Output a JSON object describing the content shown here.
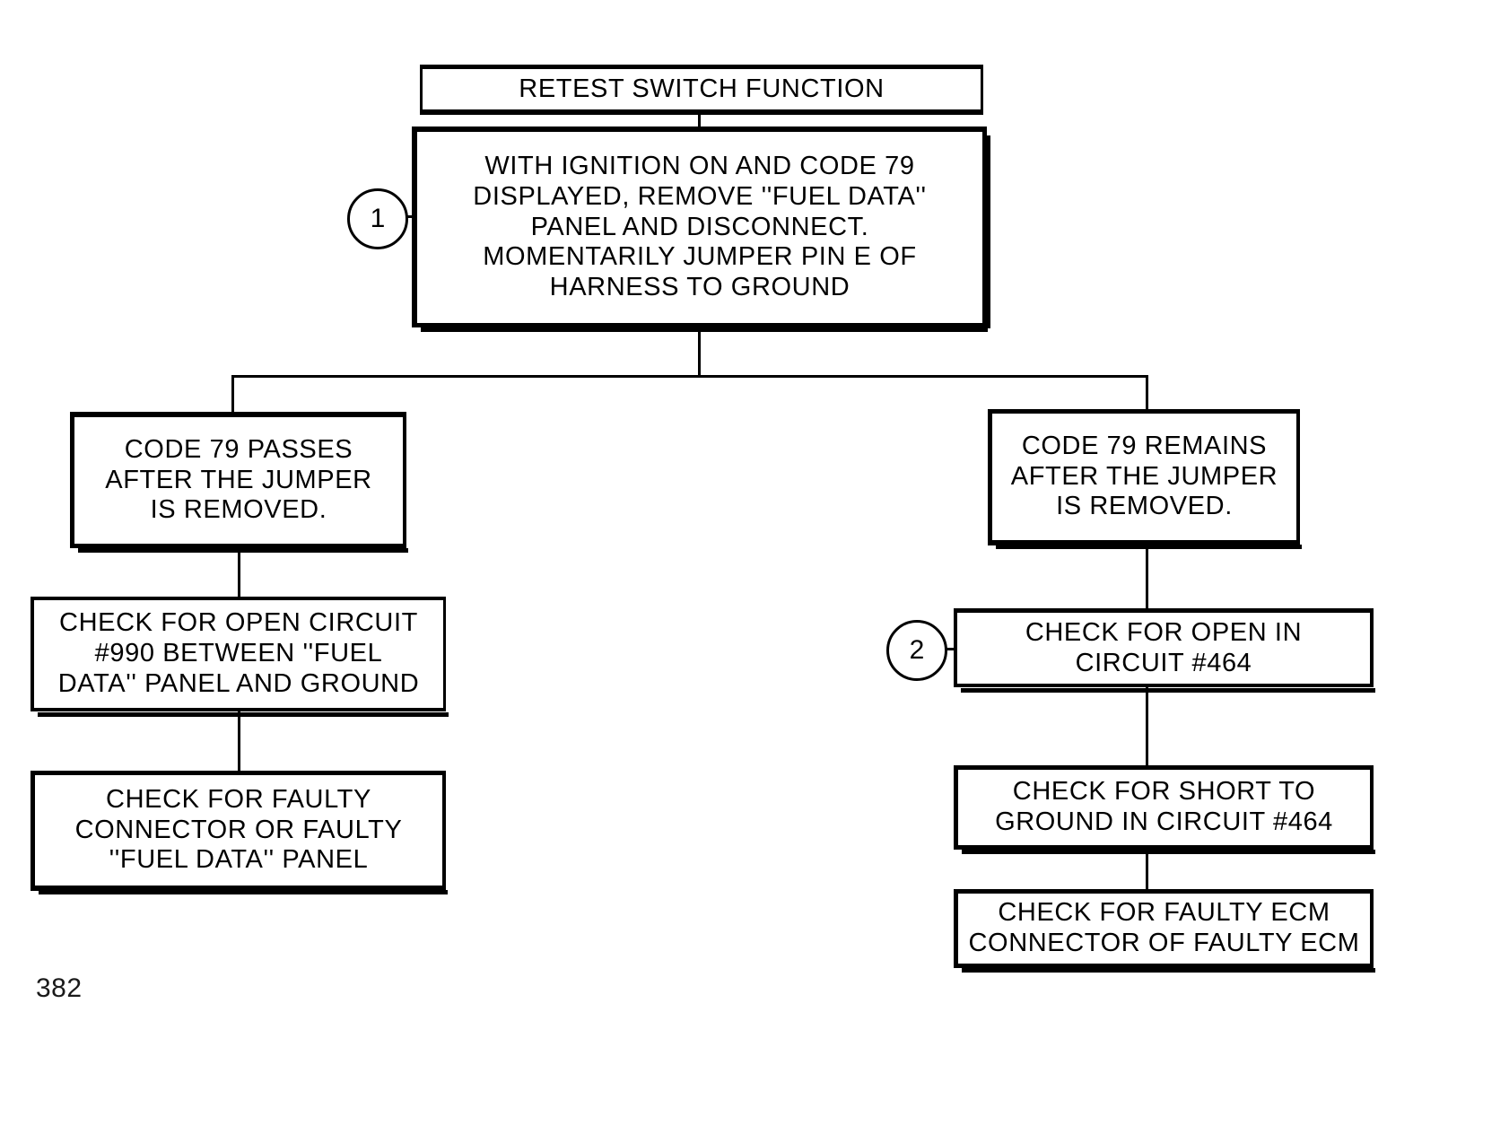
{
  "document": {
    "page_number": "382",
    "title": "RETEST SWITCH FUNCTION"
  },
  "chart_data": {
    "type": "diagram",
    "title": "RETEST SWITCH FUNCTION",
    "nodes": [
      {
        "id": "title",
        "label": "RETEST SWITCH FUNCTION"
      },
      {
        "id": "step1",
        "label": "WITH IGNITION ON AND CODE 79\nDISPLAYED, REMOVE ''FUEL DATA''\nPANEL AND DISCONNECT.\nMOMENTARILY JUMPER PIN E OF\nHARNESS TO GROUND",
        "marker": "1"
      },
      {
        "id": "left-cond",
        "label": "CODE 79  PASSES\nAFTER THE JUMPER\nIS REMOVED."
      },
      {
        "id": "left-action1",
        "label": "CHECK FOR OPEN CIRCUIT\n#990 BETWEEN ''FUEL\nDATA'' PANEL AND GROUND"
      },
      {
        "id": "left-action2",
        "label": "CHECK FOR FAULTY\nCONNECTOR OR FAULTY\n''FUEL DATA'' PANEL"
      },
      {
        "id": "right-cond",
        "label": "CODE 79 REMAINS\nAFTER THE JUMPER\nIS REMOVED."
      },
      {
        "id": "right-action1",
        "label": "CHECK FOR OPEN IN\nCIRCUIT #464",
        "marker": "2"
      },
      {
        "id": "right-action2",
        "label": "CHECK FOR SHORT TO\nGROUND IN CIRCUIT #464"
      },
      {
        "id": "right-action3",
        "label": "CHECK FOR FAULTY ECM\nCONNECTOR OF FAULTY ECM"
      }
    ],
    "edges": [
      {
        "from": "title",
        "to": "step1"
      },
      {
        "from": "step1",
        "to": "left-cond"
      },
      {
        "from": "step1",
        "to": "right-cond"
      },
      {
        "from": "left-cond",
        "to": "left-action1"
      },
      {
        "from": "left-action1",
        "to": "left-action2"
      },
      {
        "from": "right-cond",
        "to": "right-action1"
      },
      {
        "from": "right-action1",
        "to": "right-action2"
      },
      {
        "from": "right-action2",
        "to": "right-action3"
      }
    ]
  },
  "markers": {
    "one": "1",
    "two": "2"
  },
  "colors": {
    "stroke": "#000000",
    "background": "#ffffff",
    "text": "#000000"
  }
}
